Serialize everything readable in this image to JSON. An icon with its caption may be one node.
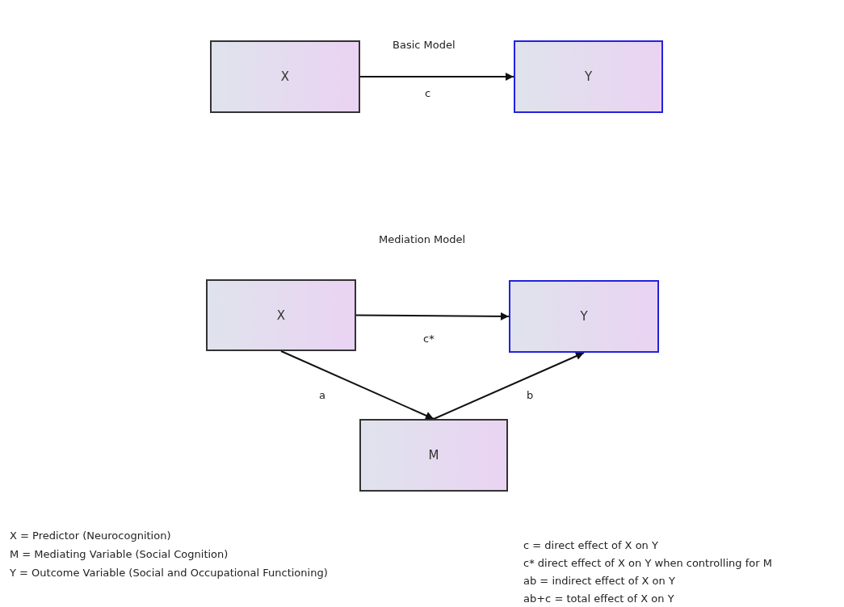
{
  "diagram": {
    "nodes": [
      {
        "text": [
          "X"
        ]
      },
      {
        "text": [
          "Y"
        ]
      },
      {
        "text": [
          "X"
        ]
      },
      {
        "text": [
          "Y"
        ]
      },
      {
        "text": [
          "M"
        ]
      }
    ],
    "edges": [
      {
        "from": 0,
        "to": 1,
        "arrow": "to",
        "label": "c"
      },
      {
        "from": 2,
        "to": 3,
        "arrow": "to",
        "label": "c*"
      },
      {
        "from": 2,
        "to": 4,
        "arrow": "to",
        "label": "a"
      },
      {
        "from": 4,
        "to": 3,
        "arrow": "to",
        "label": "b"
      }
    ],
    "labels": [
      "Basic Model",
      "Mediation Model",
      "X = Predictor (Neurocognition)",
      "M = Mediating Variable (Social Cognition)",
      "Y = Outcome Variable (Social and Occupational Functioning)",
      "c = direct effect of X on Y",
      "c* direct effect of X on Y when controlling for M",
      "ab = indirect effect of X on Y",
      "ab+c = total effect of X on Y"
    ]
  }
}
